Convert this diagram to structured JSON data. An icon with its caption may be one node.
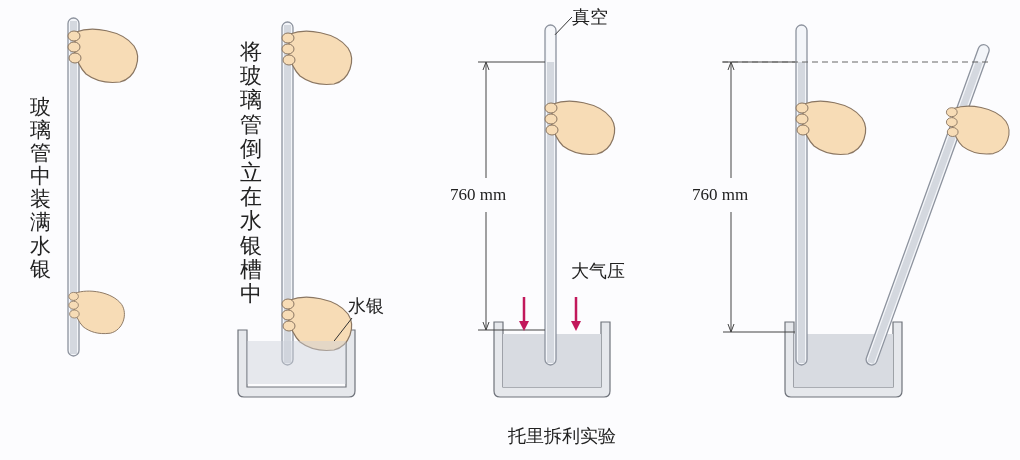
{
  "diagram": {
    "caption": "托里拆利实验",
    "nodes": [
      {
        "text": [
          "水银"
        ]
      },
      {
        "text": [],
        "shape": "box"
      },
      {
        "text": [
          "真空"
        ]
      },
      {
        "text": [],
        "shape": "box"
      }
    ],
    "edges": [
      {
        "from": 0,
        "to": 1,
        "arrow": "none"
      },
      {
        "from": 2,
        "to": 3,
        "arrow": "none"
      }
    ],
    "labels": [
      "玻璃管中装满水银",
      "将玻璃管倒立在水银槽中",
      "760 mm",
      "大气压",
      "760 mm"
    ]
  }
}
